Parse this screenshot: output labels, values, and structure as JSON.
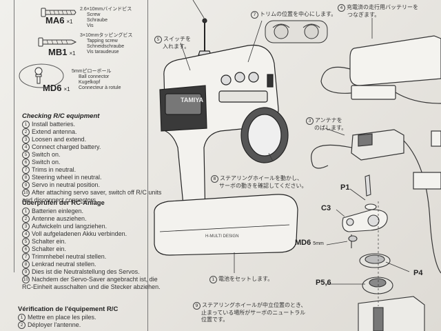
{
  "parts": [
    {
      "code": "MA6",
      "qty": "×1",
      "desc": [
        "2.6×10mmバインドビス",
        "Screw",
        "Schraube",
        "Vis"
      ]
    },
    {
      "code": "MB1",
      "qty": "×1",
      "desc": [
        "3×10mmタッピングビス",
        "Tapping screw",
        "Schneidschraube",
        "Vis taraudeuse"
      ]
    },
    {
      "code": "MD6",
      "qty": "×1",
      "desc": [
        "5mmピローボール",
        "Ball connector",
        "Kugelkopf",
        "Connecteur à rotule"
      ]
    }
  ],
  "sections": [
    {
      "title": "Checking R/C equipment",
      "steps": [
        "Install batteries.",
        "Extend antenna.",
        "Loosen and extend.",
        "Connect charged battery.",
        "Switch on.",
        "Switch on.",
        "Trims in neutral.",
        "Steering wheel in neutral.",
        "Servo in neutral position.",
        "After attaching servo saver, switch off R/C units and disconnect connectors."
      ]
    },
    {
      "title": "Überprüfen der RC-Anlage",
      "steps": [
        "Batterien einlegen.",
        "Antenne ausziehen.",
        "Aufwickeln und langziehen.",
        "Voll aufgeladenen Akku verbinden.",
        "Schalter ein.",
        "Schalter ein.",
        "Trimmhebel neutral stellen.",
        "Lenkrad neutral stellen.",
        "Dies ist die Neutralstellung des Servos.",
        "Nachdem der Servo-Saver angebracht ist, die RC-Einheit ausschalten und die Stecker abziehen."
      ]
    },
    {
      "title": "Vérification de l'équipement R/C",
      "steps": [
        "Mettre en place les piles.",
        "Déployer l'antenne."
      ]
    }
  ],
  "callouts": {
    "c4": {
      "num": "4",
      "lines": [
        "充電済の走行用バッテリーを",
        "つなぎます。"
      ]
    },
    "c7": {
      "num": "7",
      "lines": [
        "トリムの位置を中心にします。"
      ]
    },
    "c5": {
      "num": "5",
      "lines": [
        "スイッチを",
        "入れます。"
      ]
    },
    "c3": {
      "num": "3",
      "lines": [
        "アンテナを",
        "のばします。"
      ]
    },
    "c8": {
      "num": "8",
      "lines": [
        "ステアリングホイールを動かし、",
        "サーボの動きを確認してください。"
      ]
    },
    "c1": {
      "num": "1",
      "lines": [
        "電池をセットします。"
      ]
    },
    "c9": {
      "num": "9",
      "lines": [
        "ステアリングホイールが中立位置のとき、",
        "止まっている場所がサーボのニュートラル",
        "位置です。"
      ]
    }
  },
  "diagram_labels": {
    "p1": "P1",
    "c3": "C3",
    "md6": "MD6",
    "md6_size": "5mm",
    "p4": "P4",
    "p56": "P5,6"
  },
  "transmitter_text": {
    "brand": "TAMIYA",
    "base": "H-MULTI DESIGN"
  }
}
